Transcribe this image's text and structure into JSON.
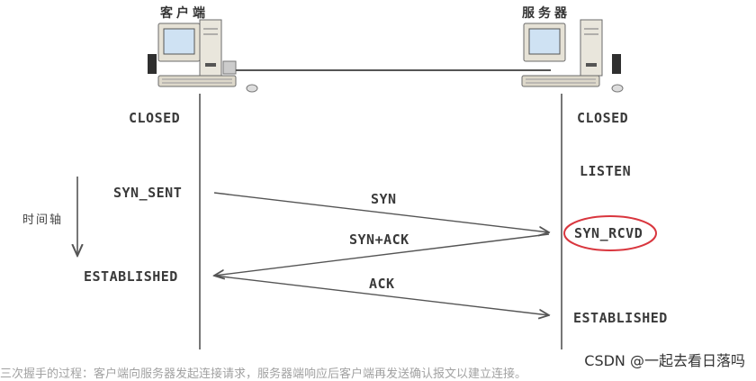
{
  "client": {
    "title": "客户端",
    "states": [
      "CLOSED",
      "SYN_SENT",
      "ESTABLISHED"
    ]
  },
  "server": {
    "title": "服务器",
    "states": [
      "CLOSED",
      "LISTEN",
      "SYN_RCVD",
      "ESTABLISHED"
    ]
  },
  "time_axis_label": "时间轴",
  "messages": [
    {
      "label": "SYN",
      "direction": "client-to-server"
    },
    {
      "label": "SYN+ACK",
      "direction": "server-to-client"
    },
    {
      "label": "ACK",
      "direction": "client-to-server"
    }
  ],
  "highlighted_state": "SYN_RCVD",
  "highlight_color": "#d9363e",
  "watermark": "CSDN @一起去看日落吗",
  "cutoff_text": "三次握手的过程：客户端向服务器发起连接请求，服务器端响应后客户端再发送确认报文以建立连接。"
}
